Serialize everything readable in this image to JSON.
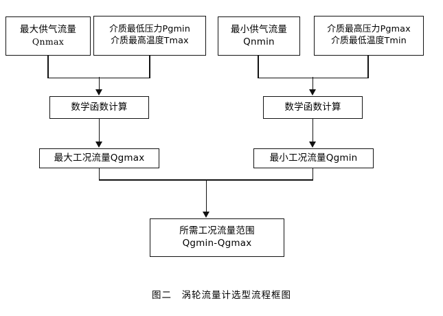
{
  "figure": {
    "caption": "图二　涡轮流量计选型流程框图",
    "type": "flowchart",
    "background_color": "#ffffff",
    "line_color": "#111111"
  },
  "nodes": {
    "qnmax": {
      "line1": "最大供气流量",
      "line2": "Qnmax"
    },
    "pgmin": {
      "line1": "介质最低压力Pgmin",
      "line2": "介质最高温度Tmax"
    },
    "qnmin": {
      "line1": "最小供气流量",
      "line2": "Qnmin"
    },
    "pgmax": {
      "line1": "介质最高压力Pgmax",
      "line2": "介质最低温度Tmin"
    },
    "calc_left": {
      "line1": "数学函数计算"
    },
    "calc_right": {
      "line1": "数学函数计算"
    },
    "qgmax": {
      "line1": "最大工况流量Qgmax"
    },
    "qgmin": {
      "line1": "最小工况流量Qgmin"
    },
    "range": {
      "line1": "所需工况流量范围",
      "line2": "Qgmin-Qgmax"
    }
  },
  "edges": [
    {
      "from": "qnmax",
      "to": "calc_left",
      "style": "merge-down-arrow"
    },
    {
      "from": "pgmin",
      "to": "calc_left",
      "style": "merge-down-arrow"
    },
    {
      "from": "qnmin",
      "to": "calc_right",
      "style": "merge-down-arrow"
    },
    {
      "from": "pgmax",
      "to": "calc_right",
      "style": "merge-down-arrow"
    },
    {
      "from": "calc_left",
      "to": "qgmax",
      "style": "down-arrow"
    },
    {
      "from": "calc_right",
      "to": "qgmin",
      "style": "down-arrow"
    },
    {
      "from": "qgmax",
      "to": "range",
      "style": "merge-down-arrow"
    },
    {
      "from": "qgmin",
      "to": "range",
      "style": "merge-down-arrow"
    }
  ]
}
